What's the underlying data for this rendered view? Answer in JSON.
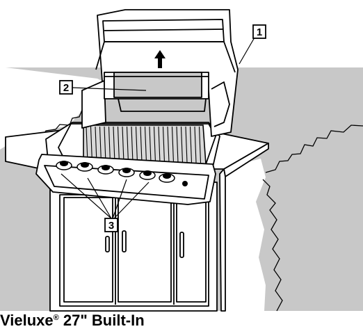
{
  "callouts": [
    {
      "number": "1",
      "part": "hood"
    },
    {
      "number": "2",
      "part": "warming-rack"
    },
    {
      "number": "3",
      "part": "control-knobs"
    }
  ],
  "caption": {
    "brand": "Vieluxe",
    "mark": "®",
    "model": "27\" Built-In"
  },
  "colors": {
    "wall": "#c8c8c8",
    "line": "#000000",
    "paper": "#ffffff",
    "grate": "#d9d9d9"
  }
}
